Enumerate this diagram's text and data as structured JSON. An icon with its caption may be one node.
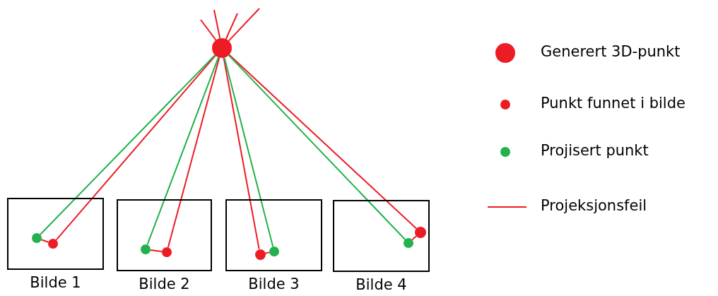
{
  "diagram": {
    "nodes": [
      {
        "text": [],
        "shape": "circle"
      },
      {
        "text": [
          "Bilde 1"
        ]
      },
      {
        "text": [],
        "shape": "circle",
        "in": 1
      },
      {
        "text": [],
        "shape": "circle",
        "in": 1
      },
      {
        "text": [
          "Bilde 2"
        ]
      },
      {
        "text": [],
        "shape": "circle",
        "in": 4
      },
      {
        "text": [],
        "shape": "circle",
        "in": 4
      },
      {
        "text": [
          "Bilde 3"
        ]
      },
      {
        "text": [],
        "shape": "circle",
        "in": 7
      },
      {
        "text": [],
        "shape": "circle",
        "in": 7
      },
      {
        "text": [
          "Bilde 4"
        ]
      },
      {
        "text": [],
        "shape": "circle",
        "in": 10
      },
      {
        "text": [],
        "shape": "circle",
        "in": 10
      }
    ],
    "edges": [
      {
        "from": 0,
        "to": 3,
        "arrow": "none"
      },
      {
        "from": 0,
        "to": 2,
        "arrow": "none",
        "color": "#22b14c"
      },
      {
        "from": 2,
        "to": 3,
        "arrow": "none"
      },
      {
        "from": 0,
        "to": 6,
        "arrow": "none"
      },
      {
        "from": 0,
        "to": 5,
        "arrow": "none",
        "color": "#22b14c"
      },
      {
        "from": 5,
        "to": 6,
        "arrow": "none"
      },
      {
        "from": 0,
        "to": 8,
        "arrow": "none"
      },
      {
        "from": 0,
        "to": 9,
        "arrow": "none",
        "color": "#22b14c"
      },
      {
        "from": 9,
        "to": 8,
        "arrow": "none"
      },
      {
        "from": 0,
        "to": 12,
        "arrow": "none"
      },
      {
        "from": 0,
        "to": 11,
        "arrow": "none",
        "color": "#22b14c"
      },
      {
        "from": 11,
        "to": 12,
        "arrow": "none"
      },
      {
        "from": 0,
        "to": null,
        "arrow": "none"
      },
      {
        "from": 0,
        "to": null,
        "arrow": "none"
      },
      {
        "from": 0,
        "to": null,
        "arrow": "none"
      },
      {
        "from": 0,
        "to": null,
        "arrow": "none"
      }
    ],
    "legend": [
      {
        "text": "Generert 3D-punkt"
      },
      {
        "text": "Punkt funnet i bilde"
      },
      {
        "text": "Projisert punkt"
      },
      {
        "text": "Projeksjonsfeil"
      }
    ]
  }
}
